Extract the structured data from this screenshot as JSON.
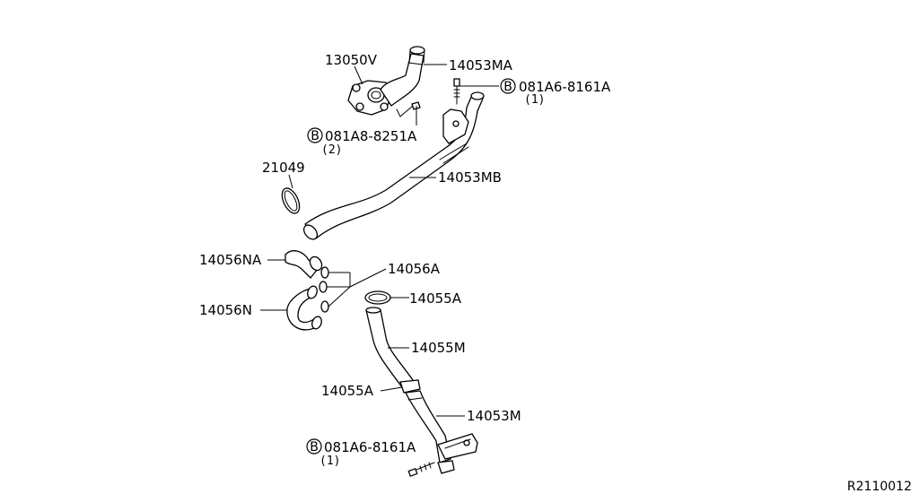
{
  "labels": {
    "p13050V": "13050V",
    "p14053MA": "14053MA",
    "bolt_top": "081A6-8161A",
    "bolt_top_qty": "(1)",
    "bolt_mid": "081A8-8251A",
    "bolt_mid_qty": "(2)",
    "p21049": "21049",
    "p14053MB": "14053MB",
    "p14056NA": "14056NA",
    "p14056A": "14056A",
    "p14055A_top": "14055A",
    "p14056N": "14056N",
    "p14055M": "14055M",
    "p14055A_bottom": "14055A",
    "p14053M": "14053M",
    "bolt_bottom": "081A6-8161A",
    "bolt_bottom_qty": "(1)",
    "bolt_symbol": "B"
  },
  "reference_code": "R2110012"
}
